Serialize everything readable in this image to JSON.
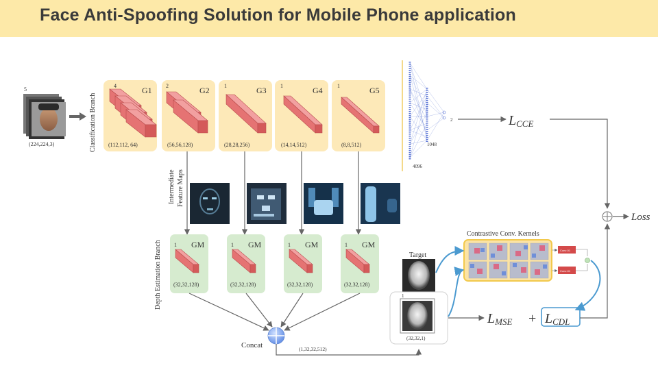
{
  "slide": {
    "title": "Face Anti-Spoofing Solution for Mobile Phone application"
  },
  "input": {
    "count": "5",
    "size": "(224,224,3)"
  },
  "branches": {
    "classification": "Classification Branch",
    "depth": "Depth Estimation Branch",
    "feature_maps_1": "Intermediate",
    "feature_maps_2": "Feature Maps"
  },
  "g_blocks": [
    {
      "name": "G1",
      "num": "4",
      "dims": "(112,112, 64)"
    },
    {
      "name": "G2",
      "num": "2",
      "dims": "(56,56,128)"
    },
    {
      "name": "G3",
      "num": "1",
      "dims": "(28,28,256)"
    },
    {
      "name": "G4",
      "num": "1",
      "dims": "(14,14,512)"
    },
    {
      "name": "G5",
      "num": "1",
      "dims": "(8,8,512)"
    }
  ],
  "gm_blocks": [
    {
      "name": "GM",
      "num": "1",
      "dims": "(32,32,128)"
    },
    {
      "name": "GM",
      "num": "1",
      "dims": "(32,32,128)"
    },
    {
      "name": "GM",
      "num": "1",
      "dims": "(32,32,128)"
    },
    {
      "name": "GM",
      "num": "1",
      "dims": "(32,32,128)"
    }
  ],
  "fc": {
    "n1": "4096",
    "n2": "1048",
    "n3": "2"
  },
  "concat": {
    "label": "Concat",
    "dims": "(1,32,32,512)"
  },
  "target": {
    "label": "Target",
    "num": "1",
    "dims": "(32,32,1)"
  },
  "kernels": {
    "title": "Contrastive Conv. Kernels",
    "conv_label": "Conv-01"
  },
  "losses": {
    "cce": "L",
    "cce_sub": "CCE",
    "mse": "L",
    "mse_sub": "MSE",
    "plus": "+",
    "cdl": "L",
    "cdl_sub": "CDL",
    "total": "Loss"
  },
  "colors": {
    "banner": "#fde9a8",
    "g_panel": "#fde9b8",
    "gm_panel": "#d6ebcf",
    "block": "#e57373",
    "arrow": "#666666",
    "blue": "#4b9ad0"
  }
}
